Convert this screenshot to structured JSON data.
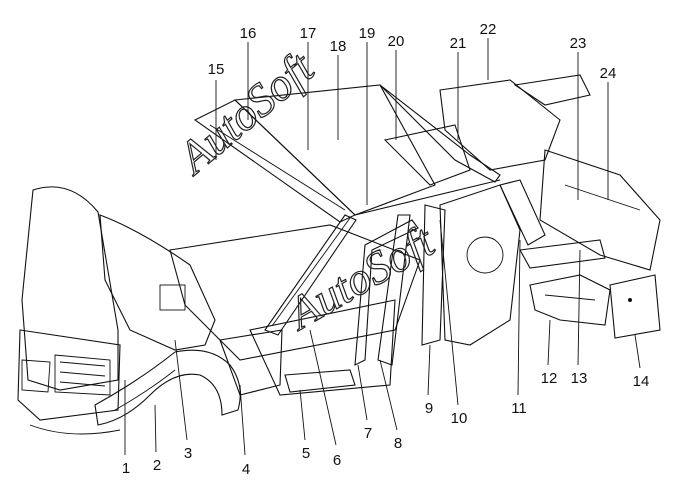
{
  "watermark": "AutoSoft",
  "callouts": [
    "1",
    "2",
    "3",
    "4",
    "5",
    "6",
    "7",
    "8",
    "9",
    "10",
    "11",
    "12",
    "13",
    "14",
    "15",
    "16",
    "17",
    "18",
    "19",
    "20",
    "21",
    "22",
    "23",
    "24"
  ],
  "colors": {
    "ink": "#111111",
    "texture": "#333333",
    "paper": "#ffffff"
  }
}
